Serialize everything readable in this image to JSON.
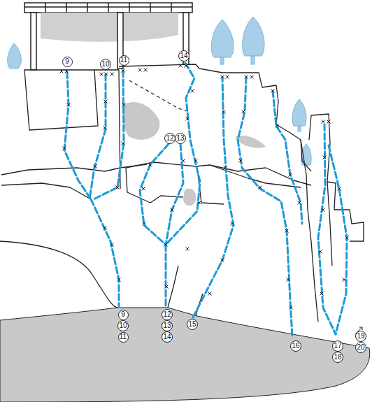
{
  "diagram": {
    "labels": [
      "9",
      "10",
      "11",
      "14",
      "12",
      "13",
      "9",
      "10",
      "11",
      "12",
      "13",
      "14",
      "15",
      "16",
      "17",
      "18",
      "19",
      "20"
    ]
  }
}
